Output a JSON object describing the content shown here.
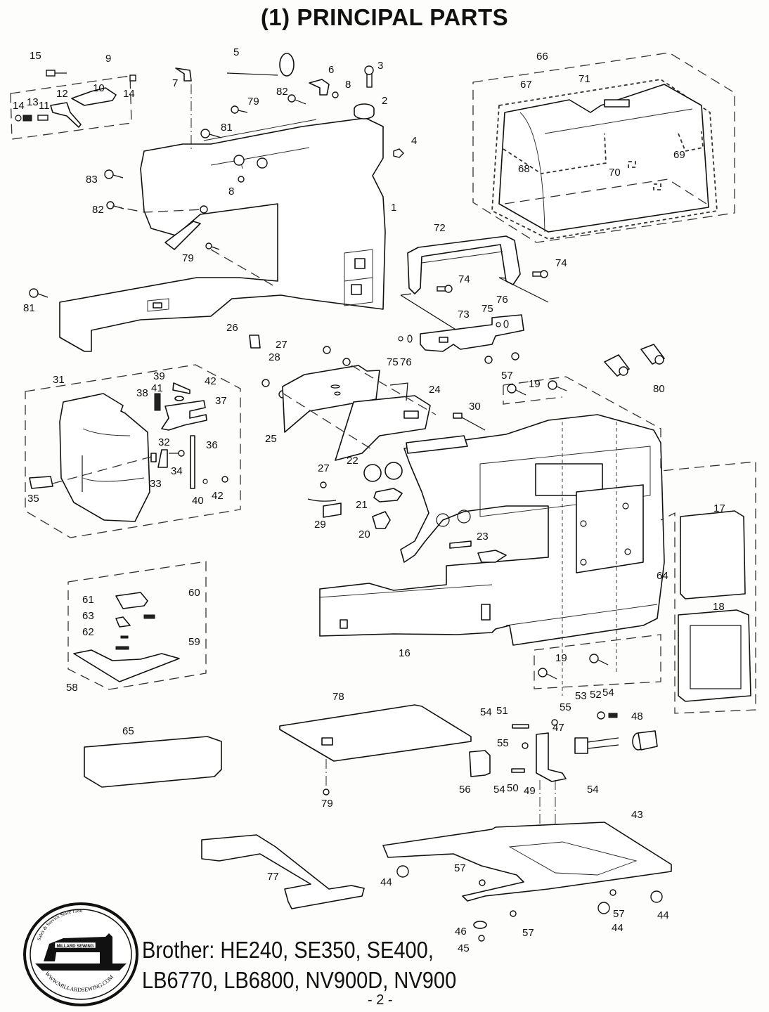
{
  "page": {
    "title": "(1) PRINCIPAL PARTS",
    "page_number": "- 2 -",
    "models_line1": "Brother: HE240, SE350, SE400,",
    "models_line2": "LB6770, LB6800, NV900D, NV900"
  },
  "logo": {
    "name": "Millard Sewing",
    "top_arc": "Sales & Service Since 1980",
    "banner": "MILLARD SEWING",
    "bottom_arc": "WWW.MILLARDSEWING.COM",
    "icon": "sewing-machine-icon"
  },
  "callouts": [
    "15",
    "9",
    "14",
    "13",
    "11",
    "12",
    "10",
    "14",
    "7",
    "5",
    "6",
    "8",
    "3",
    "82",
    "2",
    "79",
    "81",
    "4",
    "83",
    "8",
    "82",
    "1",
    "79",
    "81",
    "66",
    "67",
    "71",
    "68",
    "69",
    "70",
    "72",
    "74",
    "74",
    "73",
    "75",
    "76",
    "75",
    "76",
    "57",
    "26",
    "27",
    "28",
    "31",
    "39",
    "42",
    "38",
    "41",
    "37",
    "24",
    "30",
    "80",
    "19",
    "25",
    "32",
    "36",
    "34",
    "33",
    "22",
    "27",
    "35",
    "40",
    "42",
    "21",
    "29",
    "20",
    "23",
    "17",
    "64",
    "60",
    "61",
    "63",
    "62",
    "59",
    "58",
    "16",
    "19",
    "18",
    "53",
    "52",
    "54",
    "78",
    "54",
    "51",
    "55",
    "47",
    "48",
    "55",
    "65",
    "56",
    "54",
    "50",
    "49",
    "54",
    "79",
    "43",
    "77",
    "44",
    "57",
    "57",
    "44",
    "44",
    "46",
    "57",
    "45"
  ]
}
